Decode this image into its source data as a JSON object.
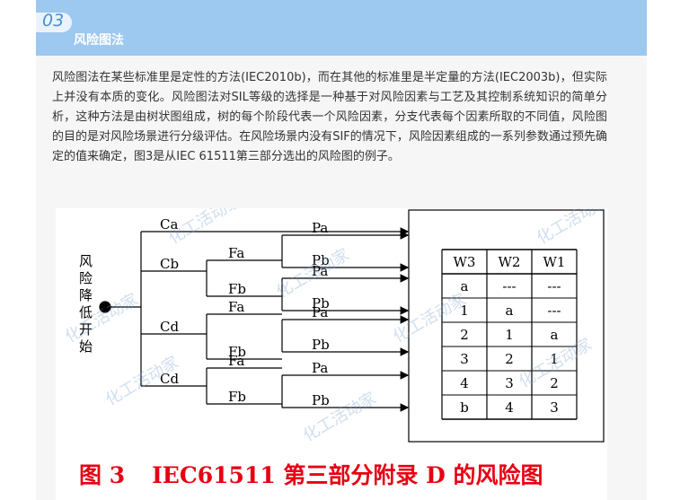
{
  "header": {
    "number": "03",
    "title": "风险图法"
  },
  "body": {
    "paragraph": "风险图法在某些标准里是定性的方法(IEC2010b)，而在其他的标准里是半定量的方法(IEC2003b)，但实际上并没有本质的变化。风险图法对SIL等级的选择是一种基于对风险因素与工艺及其控制系统知识的简单分析，这种方法是由树状图组成，树的每个阶段代表一个风险因素，分支代表每个因素所取的不同值，风险图的目的是对风险场景进行分级评估。在风险场景内没有SIF的情况下，风险因素组成的一系列参数通过预先确定的值来确定，图3是从IEC 61511第三部分选出的风险图的例子。"
  },
  "figure": {
    "start_label": [
      "风",
      "险",
      "降",
      "低",
      "开",
      "始"
    ],
    "c_labels": [
      "Ca",
      "Cb",
      "Cd",
      "Cd"
    ],
    "f_labels": [
      "Fa",
      "Fb",
      "Fa",
      "Fb",
      "Fa",
      "Fb"
    ],
    "p_labels": [
      "Pa",
      "Pb",
      "Pa",
      "Pb",
      "Pa",
      "Pb",
      "Pa",
      "Pb"
    ],
    "table": {
      "headers": [
        "W3",
        "W2",
        "W1"
      ],
      "rows": [
        [
          "a",
          "---",
          "---"
        ],
        [
          "1",
          "a",
          "---"
        ],
        [
          "2",
          "1",
          "a"
        ],
        [
          "3",
          "2",
          "1"
        ],
        [
          "4",
          "3",
          "2"
        ],
        [
          "b",
          "4",
          "3"
        ]
      ]
    },
    "caption_num": "图 3",
    "caption_text": "IEC61511 第三部分附录 D 的风险图",
    "watermark": "化工活动家"
  }
}
